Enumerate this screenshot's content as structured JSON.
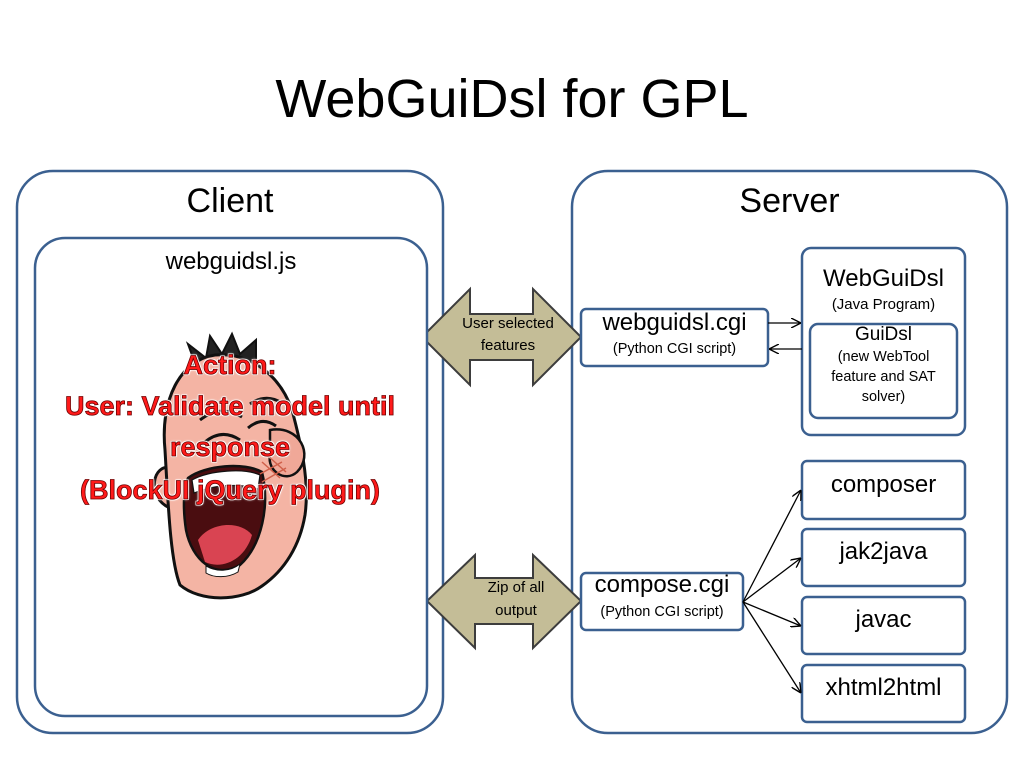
{
  "title": "WebGuiDsl for GPL",
  "client": {
    "label": "Client",
    "module": {
      "label": "webguidsl.js",
      "action": {
        "heading": "Action:",
        "line1": "User: Validate model until",
        "line2": "response",
        "line3": "(BlockUI jQuery plugin)"
      }
    }
  },
  "arrows": {
    "request": {
      "line1": "User selected",
      "line2": "features"
    },
    "response": {
      "line1": "Zip of all",
      "line2": "output"
    }
  },
  "server": {
    "label": "Server",
    "webguidsl_cgi": {
      "name": "webguidsl.cgi",
      "note": "(Python CGI script)"
    },
    "webguidsl_java": {
      "name": "WebGuiDsl",
      "note": "(Java Program)",
      "guidsl": {
        "name": "GuiDsl",
        "lines": [
          "(new WebTool",
          "feature and SAT",
          "solver)"
        ]
      }
    },
    "compose_cgi": {
      "name": "compose.cgi",
      "note": "(Python CGI script)"
    },
    "tools": [
      "composer",
      "jak2java",
      "javac",
      "xhtml2html"
    ]
  },
  "colors": {
    "box_border": "#3b6090",
    "arrow_fill": "#c4bd97",
    "arrow_border": "#3d3d3d",
    "action_text": "#ff1a1a"
  }
}
